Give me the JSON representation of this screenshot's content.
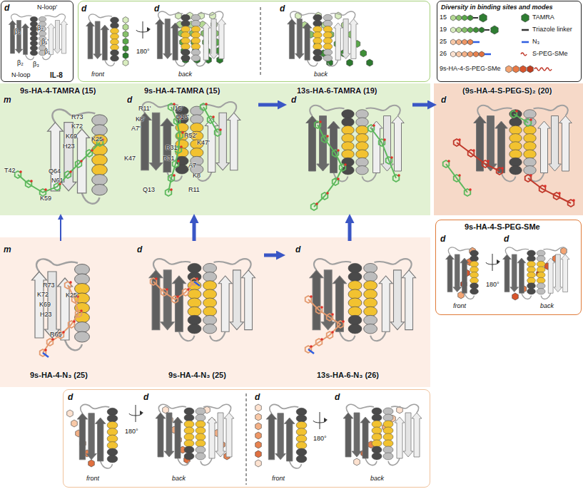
{
  "diagram": {
    "nodes": [
      {
        "text": [
          "d",
          "N-loop'",
          "β₃",
          "β₂",
          "β₁'",
          "β₁",
          "β₂",
          "β₃",
          "N-loop",
          "IL-8"
        ]
      },
      {
        "text": [
          "d",
          "front",
          "180°",
          "d",
          "back",
          "d",
          "back"
        ]
      },
      {
        "text": [
          "Diversity in binding sites and modes"
        ]
      },
      {
        "text": [
          "9s-HA-4-TAMRA (15)",
          "m",
          "R73",
          "K72",
          "K69",
          "H23",
          "K25",
          "T42",
          "Q64",
          "N61",
          "K59"
        ]
      },
      {
        "text": [
          "9s-HA-4-TAMRA (15)",
          "d",
          "R11'",
          "I15'",
          "Q13'",
          "K8'",
          "A7'",
          "R52'",
          "K47'",
          "R31",
          "R31",
          "K47",
          "A7",
          "K8",
          "Q13",
          "R11"
        ]
      },
      {
        "text": [
          "13s-HA-6-TAMRA (19)",
          "d"
        ]
      },
      {
        "text": [
          "(9s-HA-4-S-PEG-S)₂ (20)",
          "d"
        ]
      },
      {
        "text": [
          "9s-HA-4-S-PEG-SMe",
          "d",
          "front",
          "180°",
          "d",
          "back"
        ]
      },
      {
        "text": [
          "m",
          "R73",
          "K72",
          "K25",
          "K69",
          "H23",
          "R65",
          "9s-HA-4-N₃ (25)"
        ]
      },
      {
        "text": [
          "d",
          "9s-HA-4-N₃ (25)"
        ]
      },
      {
        "text": [
          "d",
          "13s-HA-6-N₃ (26)"
        ]
      },
      {
        "text": [
          "d",
          "front",
          "180°",
          "d",
          "back",
          "d",
          "front",
          "180°",
          "d",
          "back"
        ]
      }
    ],
    "edges": [
      {
        "from": 8,
        "to": 3,
        "arrow": "to"
      },
      {
        "from": 9,
        "to": 4,
        "arrow": "to"
      },
      {
        "from": 10,
        "to": 5,
        "arrow": "to"
      },
      {
        "from": 4,
        "to": 5,
        "arrow": "to"
      },
      {
        "from": 5,
        "to": 6,
        "arrow": "to"
      },
      {
        "from": 9,
        "to": 10,
        "arrow": "to"
      }
    ],
    "legend": [
      {
        "text": "15"
      },
      {
        "text": "TAMRA"
      },
      {
        "text": "19"
      },
      {
        "text": "Triazole linker"
      },
      {
        "text": "25"
      },
      {
        "text": "N₃"
      },
      {
        "text": "26"
      },
      {
        "text": "S-PEG-SMe"
      },
      {
        "text": "9s-HA-4-S-PEG-SMe"
      }
    ]
  }
}
